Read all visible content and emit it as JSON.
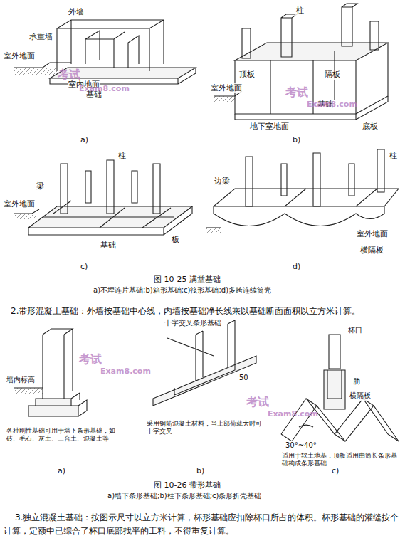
{
  "diagram": {
    "labels": [
      "外墙",
      "承重墙",
      "室外地面",
      "室内地面",
      "基础",
      "a)",
      "柱",
      "顶板",
      "隔板",
      "室外地面",
      "基础",
      "地下室地面",
      "底板",
      "b)",
      "柱",
      "梁",
      "室外地面",
      "板",
      "基础",
      "c)",
      "柱",
      "边梁",
      "室外地面",
      "横隔板",
      "d)",
      "图 10-25  满堂基础",
      "a)不埋连片基础;b)箱形基础;c)筏形基础;d)多跨连续筒壳",
      "2.带形混凝土基础：外墙按基础中心线，内墙按基础净长线乘以基础断面面积以立方米计算。",
      "墙内标高",
      "各种刚性基础可用于墙下条形基础，如砖、毛石、灰土、三合土、混凝土等",
      "十字交叉条形基础",
      "50",
      "采用钢筋混凝土材料，当上部荷载大时可十字交叉",
      "杯口",
      "肋",
      "横隔板",
      "30°~40°",
      "适用于软土地基，顶板适用由筒长条形基础构成条形基础",
      "a)",
      "b)",
      "c)",
      "图 10-26  带形基础",
      "a)墙下条形基础;b)柱下条形基础;c)条形折壳基础",
      "3.独立混凝土基础：按图示尺寸以立方米计算，杯形基础应扣除杯口所占的体积。杯形基础的灌缝按个计算，定额中已综合了杯口底部找平的工料，不得重复计算。",
      "考试",
      "Exam8.com",
      "考试",
      "Exam8.com",
      "考试",
      "Exam8.com",
      "考试",
      "Exam8.com"
    ]
  }
}
